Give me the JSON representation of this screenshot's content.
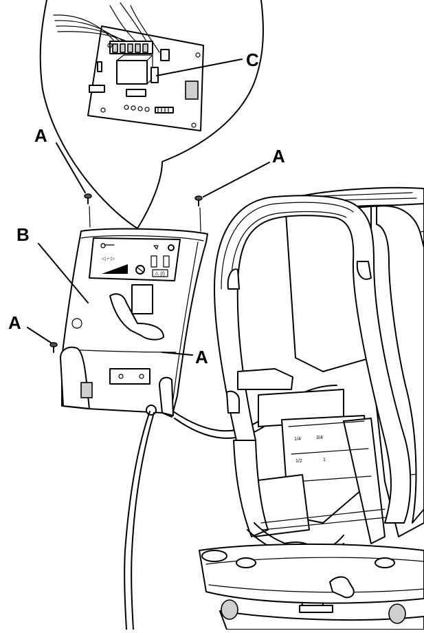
{
  "callouts": {
    "a_top_left": "A",
    "a_top_right": "A",
    "a_left": "A",
    "a_right": "A",
    "b": "B",
    "c": "C"
  },
  "labels": {
    "fraction_1": "1/4",
    "fraction_2": "3/4",
    "fraction_3": "1/2",
    "fraction_4": "1"
  },
  "colors": {
    "line": "#000000",
    "fill": "#ffffff",
    "shade": "#cfcfcf"
  }
}
